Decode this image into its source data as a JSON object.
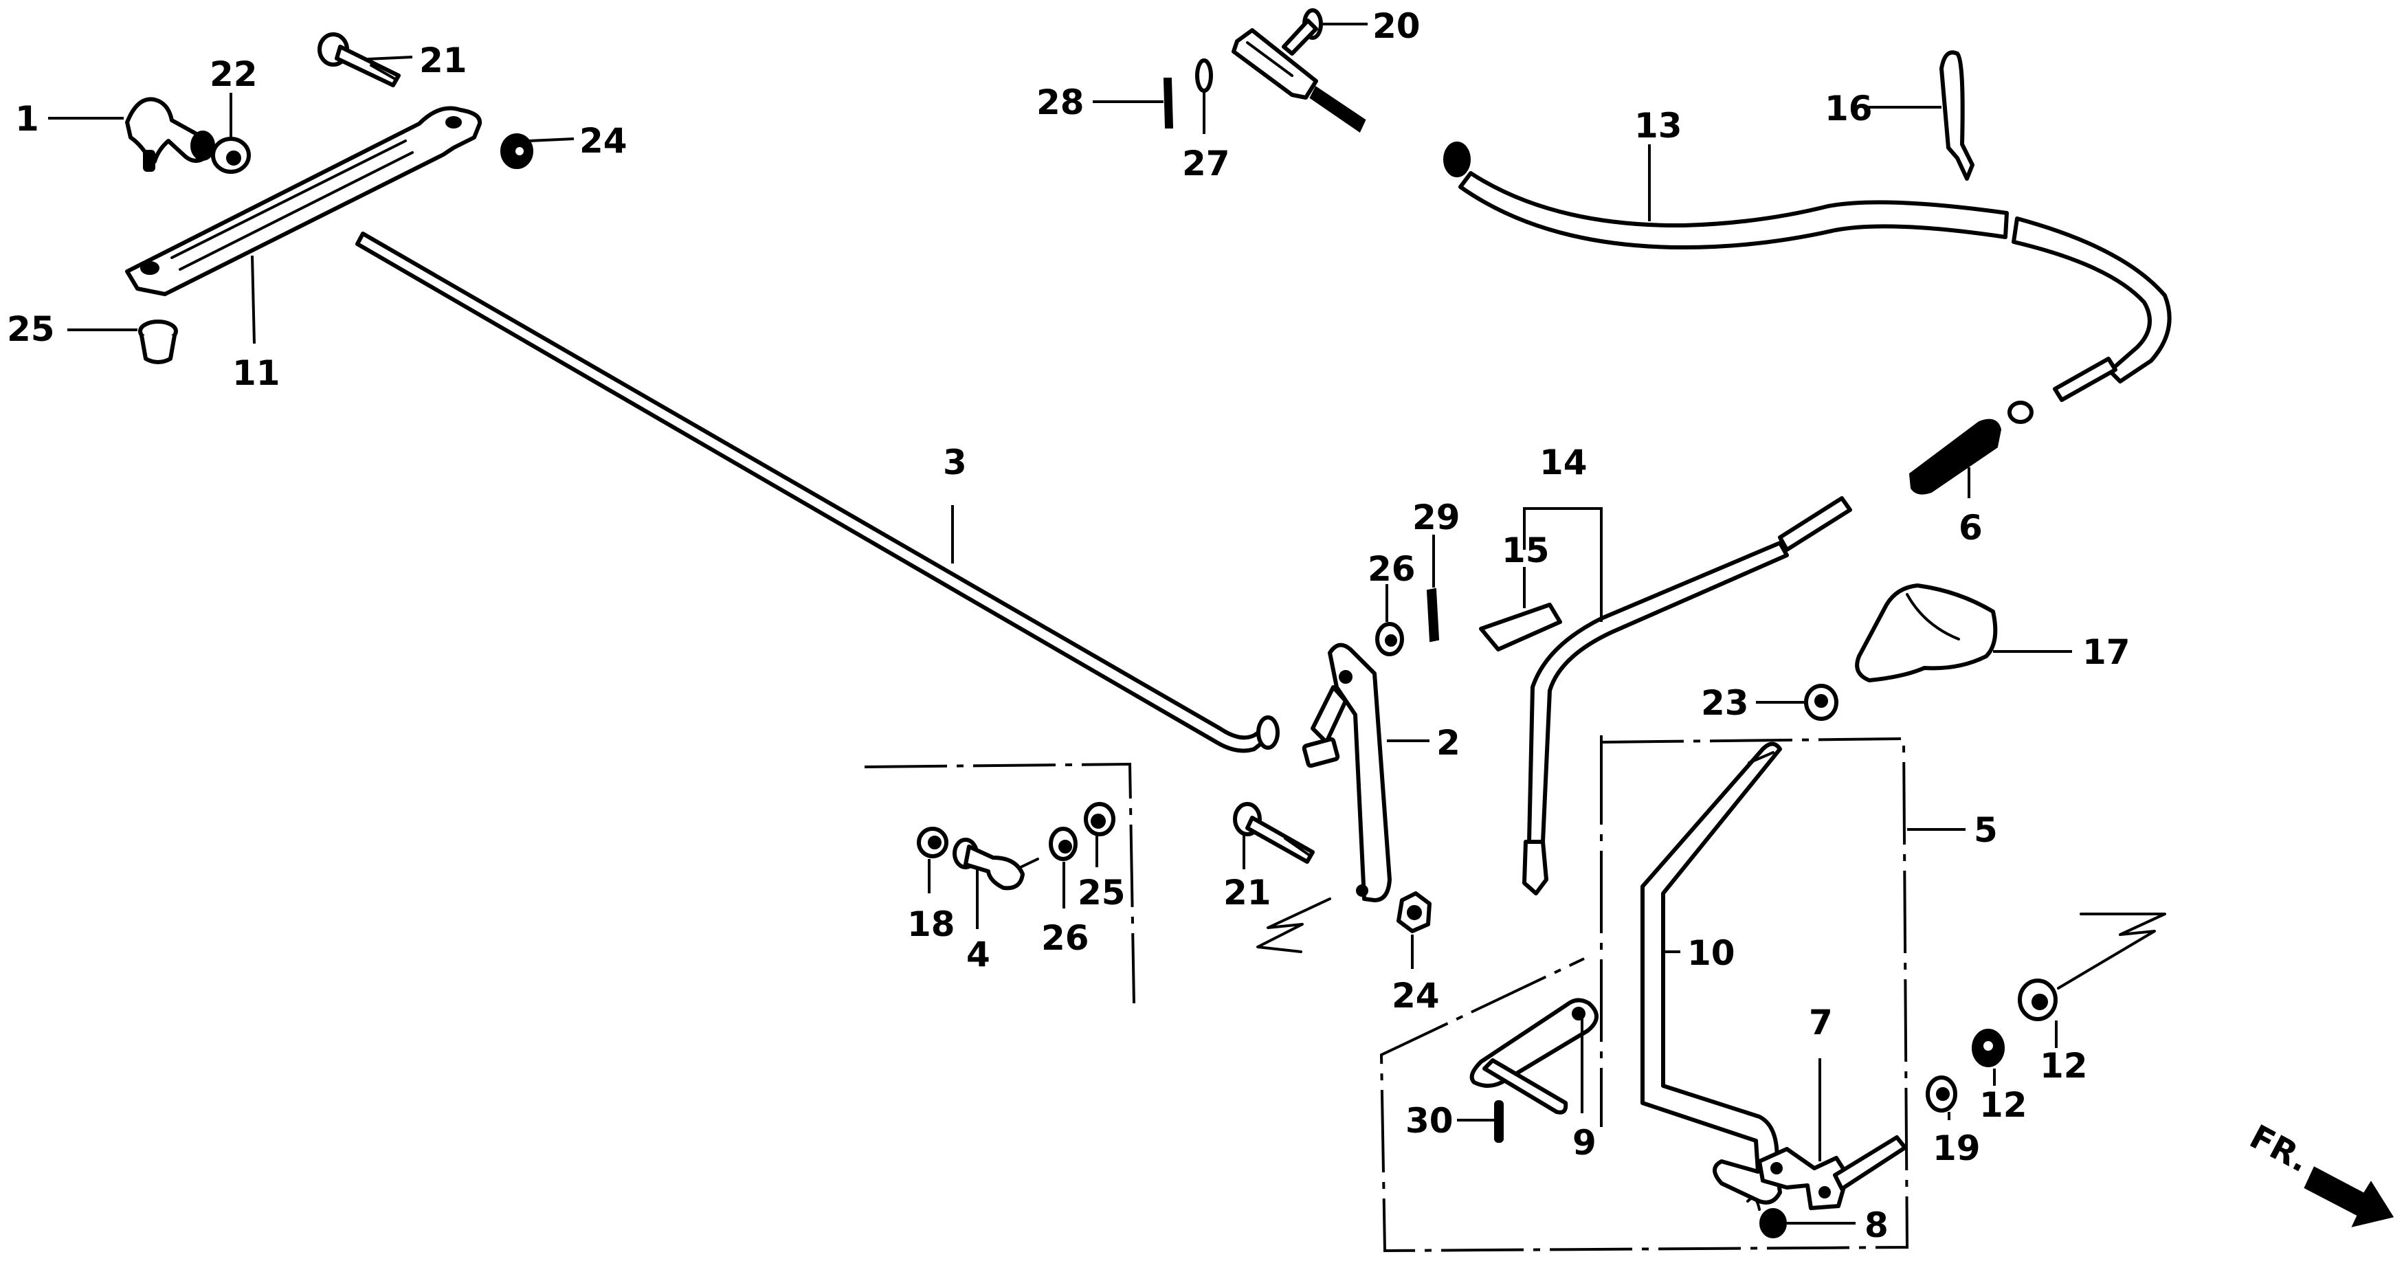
{
  "diagram": {
    "type": "exploded-parts-diagram",
    "subject": "gearshift linkage / control cable assembly",
    "direction_label": "FR.",
    "callouts": {
      "c1": "1",
      "c2": "2",
      "c3": "3",
      "c4": "4",
      "c5": "5",
      "c6": "6",
      "c7": "7",
      "c8": "8",
      "c9": "9",
      "c10": "10",
      "c11": "11",
      "c12a": "12",
      "c12b": "12",
      "c13": "13",
      "c14": "14",
      "c15": "15",
      "c16": "16",
      "c17": "17",
      "c18": "18",
      "c19": "19",
      "c20": "20",
      "c21a": "21",
      "c21b": "21",
      "c22": "22",
      "c23": "23",
      "c24a": "24",
      "c24b": "24",
      "c25a": "25",
      "c25b": "25",
      "c26a": "26",
      "c26b": "26",
      "c27": "27",
      "c28": "28",
      "c29": "29",
      "c30": "30"
    },
    "parts": [
      {
        "no": "1",
        "depicts": "ball joint"
      },
      {
        "no": "2",
        "depicts": "lever bracket"
      },
      {
        "no": "3",
        "depicts": "extension rod"
      },
      {
        "no": "4",
        "depicts": "rod end"
      },
      {
        "no": "5",
        "depicts": "shift lever assembly"
      },
      {
        "no": "6",
        "depicts": "cable boot"
      },
      {
        "no": "7",
        "depicts": "pivot bracket"
      },
      {
        "no": "8",
        "depicts": "spring"
      },
      {
        "no": "9",
        "depicts": "link arm"
      },
      {
        "no": "10",
        "depicts": "shift lever"
      },
      {
        "no": "11",
        "depicts": "stay bracket"
      },
      {
        "no": "12",
        "depicts": "nut"
      },
      {
        "no": "13",
        "depicts": "control cable"
      },
      {
        "no": "14",
        "depicts": "cable assembly"
      },
      {
        "no": "15",
        "depicts": "label/pad"
      },
      {
        "no": "16",
        "depicts": "clip"
      },
      {
        "no": "17",
        "depicts": "shift knob"
      },
      {
        "no": "18",
        "depicts": "nut"
      },
      {
        "no": "19",
        "depicts": "washer"
      },
      {
        "no": "20",
        "depicts": "pin"
      },
      {
        "no": "21",
        "depicts": "bolt"
      },
      {
        "no": "22",
        "depicts": "nut"
      },
      {
        "no": "23",
        "depicts": "nut"
      },
      {
        "no": "24",
        "depicts": "nut"
      },
      {
        "no": "25",
        "depicts": "bushing"
      },
      {
        "no": "26",
        "depicts": "washer"
      },
      {
        "no": "27",
        "depicts": "washer"
      },
      {
        "no": "28",
        "depicts": "cotter pin"
      },
      {
        "no": "29",
        "depicts": "cotter pin"
      },
      {
        "no": "30",
        "depicts": "spring pin"
      }
    ]
  }
}
